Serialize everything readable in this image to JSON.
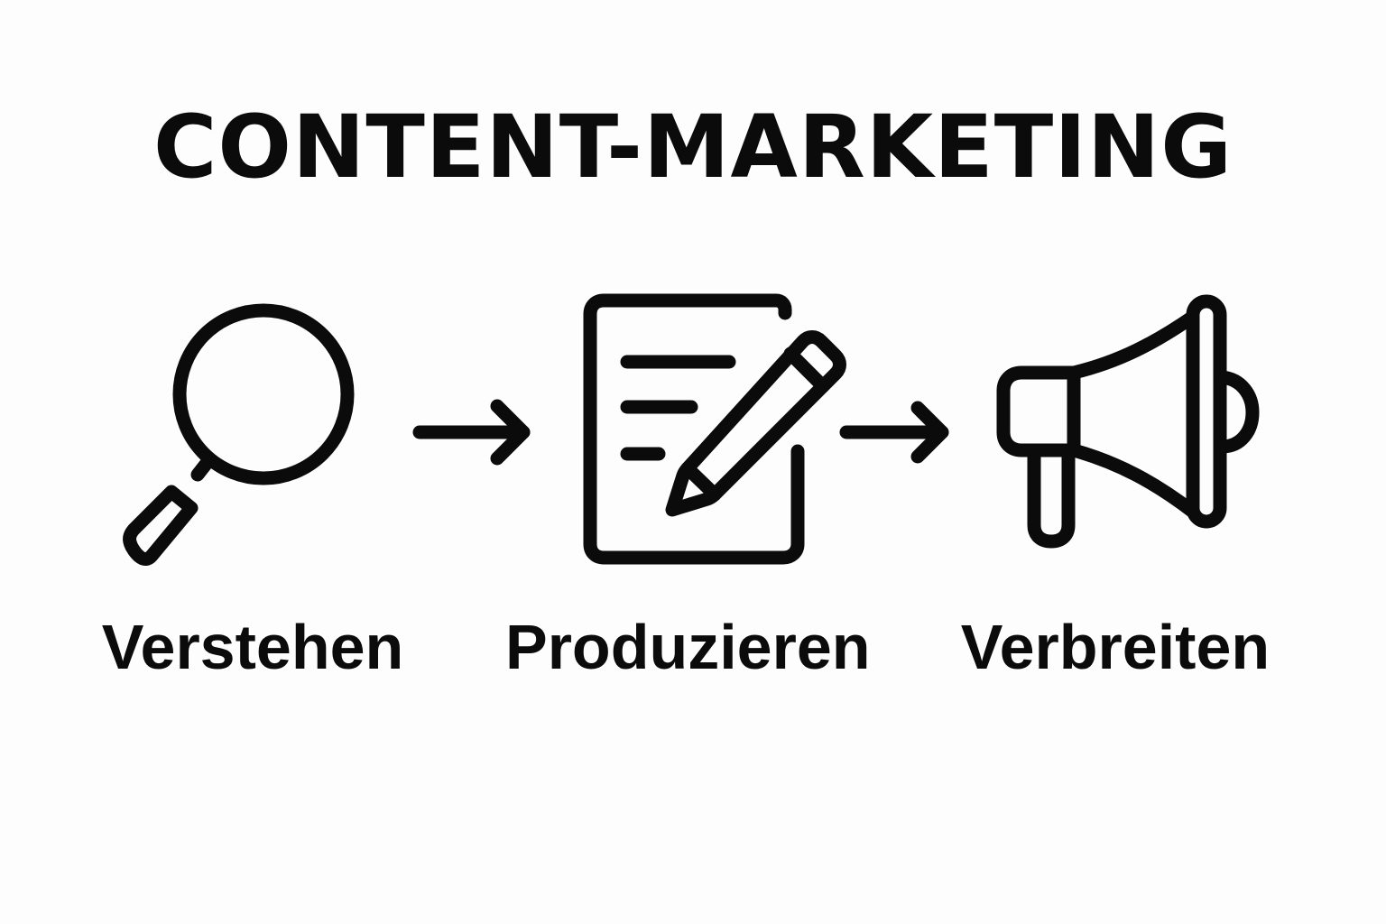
{
  "title": "CONTENT-MARKETING",
  "steps": [
    {
      "label": "Verstehen",
      "icon": "magnifying-glass-icon"
    },
    {
      "label": "Produzieren",
      "icon": "document-pencil-icon"
    },
    {
      "label": "Verbreiten",
      "icon": "megaphone-icon"
    }
  ],
  "connectors": [
    "arrow-right-icon",
    "arrow-right-icon"
  ],
  "colors": {
    "background": "#fdfdfd",
    "ink": "#0b0b0b"
  }
}
